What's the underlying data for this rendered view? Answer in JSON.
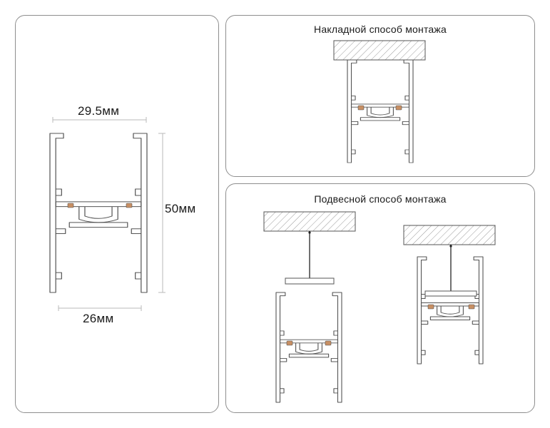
{
  "dimensions": {
    "width_top": "29.5мм",
    "height": "50мм",
    "width_bottom": "26мм"
  },
  "surface_mount": {
    "title": "Накладной способ монтажа"
  },
  "suspended_mount": {
    "title": "Подвесной способ монтажа"
  },
  "colors": {
    "outline": "#555555",
    "panel_border": "#8e8e8e",
    "hatch": "#9a9a9a",
    "dimension_line": "#b9b9b9",
    "led_accent": "#c88f63",
    "cable": "#222222"
  }
}
